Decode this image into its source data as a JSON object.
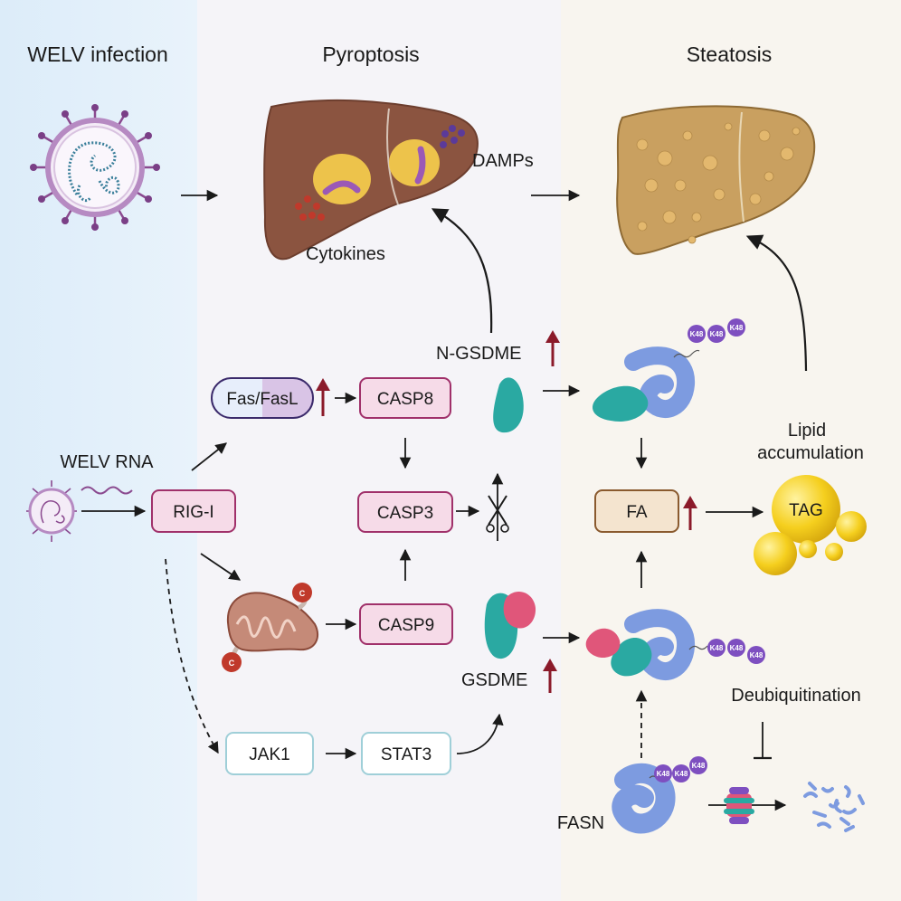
{
  "titles": {
    "infection": "WELV infection",
    "pyroptosis": "Pyroptosis",
    "steatosis": "Steatosis"
  },
  "labels": {
    "damps": "DAMPs",
    "cytokines": "Cytokines",
    "n_gsdme": "N-GSDME",
    "welv_rna": "WELV RNA",
    "lipid_line1": "Lipid",
    "lipid_line2": "accumulation",
    "gsdme": "GSDME",
    "deubiquitination": "Deubiquitination",
    "fasn": "FASN"
  },
  "boxes": {
    "fas": "Fas/FasL",
    "casp8": "CASP8",
    "casp3": "CASP3",
    "casp9": "CASP9",
    "rig1": "RIG-I",
    "jak1": "JAK1",
    "stat3": "STAT3",
    "fa": "FA",
    "tag": "TAG"
  },
  "ubiquitin_label": "K48",
  "cytochrome_label": "C",
  "colors": {
    "pink_box_fill": "#f6dbe8",
    "pink_box_border": "#a0306a",
    "blue_box_border": "#9fcfd8",
    "fa_fill": "#f4e4cf",
    "fa_border": "#8a5a2e",
    "up_arrow": "#8b1a2a",
    "ubiquitin": "#7e4fc0",
    "gsdme_teal": "#2aa9a2",
    "fasn_blue": "#7d9be0",
    "fragment_pink": "#e0567a",
    "tag_yellow": "#f5cf1e",
    "liver_brown": "#8b5440",
    "fatty_liver": "#c9a060"
  }
}
